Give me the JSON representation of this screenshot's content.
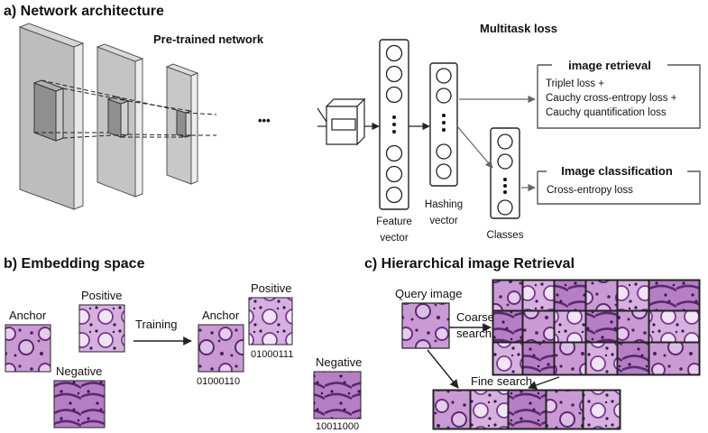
{
  "sections": {
    "a_title": "a) Network architecture",
    "b_title": "b)  Embedding space",
    "c_title": "c) Hierarchical image Retrieval"
  },
  "network": {
    "pretrained_label": "Pre-trained network",
    "ellipsis": "•••",
    "feature_vector": [
      "Feature",
      "vector"
    ],
    "hashing_vector": [
      "Hashing",
      "vector"
    ],
    "classes_label": "Classes",
    "multitask_loss": "Multitask loss",
    "retrieval_box": {
      "title": "image retrieval",
      "lines": [
        "Triplet loss +",
        "Cauchy cross-entropy loss +",
        "Cauchy quantification loss"
      ]
    },
    "classification_box": {
      "title": "Image classification",
      "lines": [
        "Cross-entropy loss"
      ]
    }
  },
  "embedding": {
    "anchor": "Anchor",
    "positive": "Positive",
    "negative": "Negative",
    "training": "Training",
    "anchor_code": "01000110",
    "positive_code": "01000111",
    "negative_code": "10011000"
  },
  "retrieval": {
    "query_label": "Query image",
    "coarse_search": [
      "Coarse",
      "search"
    ],
    "fine_search": "Fine search"
  },
  "colors": {
    "tissue_light": "#cfa0d8",
    "tissue_mid": "#a868b8",
    "tissue_dark": "#5a2a6e"
  }
}
